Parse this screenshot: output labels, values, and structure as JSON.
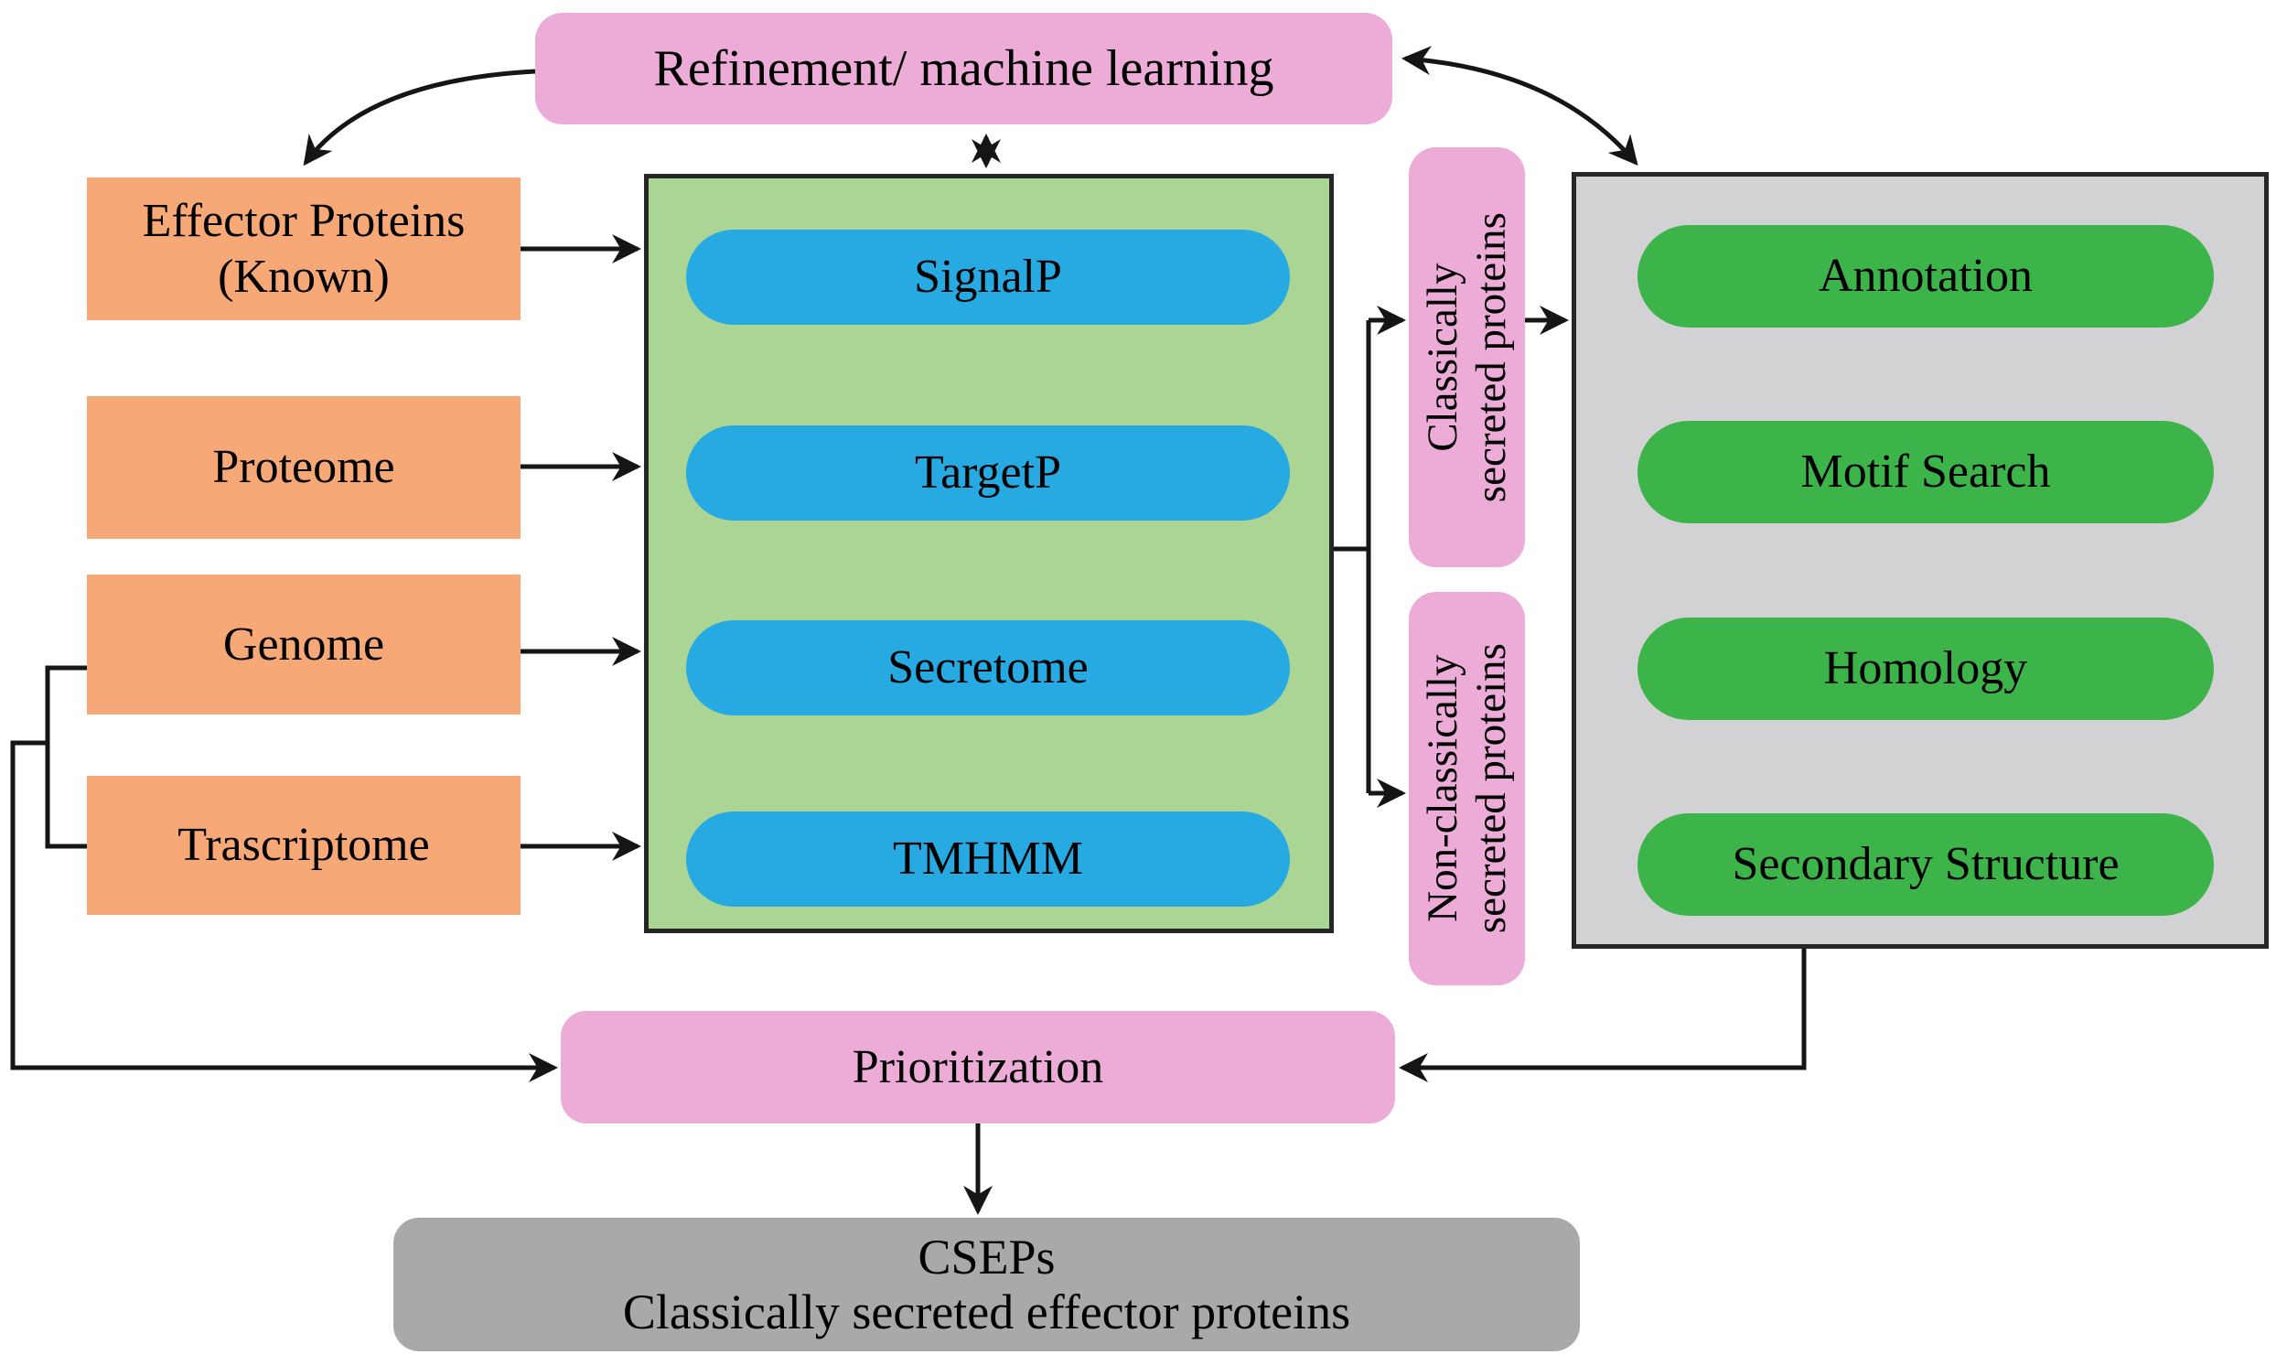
{
  "figure": {
    "type": "flowchart",
    "nodes": {
      "refinement": "Refinement/ machine learning",
      "effector_line1": "Effector Proteins",
      "effector_line2": "(Known)",
      "proteome": "Proteome",
      "genome": "Genome",
      "trascriptome": "Trascriptome",
      "signalp": "SignalP",
      "targetp": "TargetP",
      "secretome": "Secretome",
      "tmhmm": "TMHMM",
      "classically_line1": "Classically",
      "classically_line2": "secreted proteins",
      "nonclassically_line1": "Non-classically",
      "nonclassically_line2": "secreted proteins",
      "annotation": "Annotation",
      "motif_search": "Motif Search",
      "homology": "Homology",
      "secondary_structure": "Secondary Structure",
      "prioritization": "Prioritization",
      "cseps_line1": "CSEPs",
      "cseps_line2": "Classically secreted effector proteins"
    },
    "edges": [
      {
        "from": "refinement",
        "to": "effector",
        "style": "curved-arrow"
      },
      {
        "from": "refinement",
        "to": "secretion-tools-panel",
        "style": "double-headed-arrow"
      },
      {
        "from": "refinement",
        "to": "analysis-panel",
        "style": "curved-double-headed-arrow"
      },
      {
        "from": "effector",
        "to": "secretion-tools-panel",
        "style": "arrow"
      },
      {
        "from": "proteome",
        "to": "secretion-tools-panel",
        "style": "arrow"
      },
      {
        "from": "genome",
        "to": "secretion-tools-panel",
        "style": "arrow"
      },
      {
        "from": "trascriptome",
        "to": "secretion-tools-panel",
        "style": "arrow"
      },
      {
        "from": "genome+trascriptome",
        "to": "prioritization",
        "style": "elbow-arrow"
      },
      {
        "from": "secretion-tools-panel",
        "to": "classically",
        "style": "elbow-arrow"
      },
      {
        "from": "secretion-tools-panel",
        "to": "nonclassically",
        "style": "elbow-arrow"
      },
      {
        "from": "classically",
        "to": "analysis-panel",
        "style": "arrow"
      },
      {
        "from": "analysis-panel",
        "to": "prioritization",
        "style": "elbow-arrow"
      },
      {
        "from": "prioritization",
        "to": "cseps",
        "style": "arrow"
      }
    ]
  },
  "colors": {
    "pink": "#ECACD7",
    "orange": "#F7A877",
    "green_bg": "#ABD594",
    "blue": "#27A9E1",
    "green_pill": "#3CB44A",
    "gray_bg": "#D2D2D4",
    "gray_dark": "#A9A9AB",
    "line": "#151515"
  }
}
